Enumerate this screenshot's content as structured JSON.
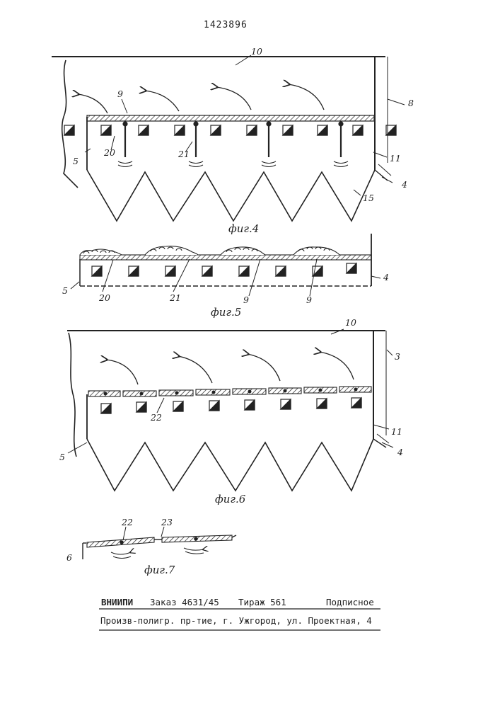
{
  "patent_number": "1423896",
  "figures": {
    "fig4": {
      "caption": "фиг.4",
      "labels": {
        "l10": "10",
        "l9": "9",
        "l8": "8",
        "l5": "5",
        "l20": "20",
        "l21": "21",
        "l11": "11",
        "l4": "4",
        "l15": "15"
      }
    },
    "fig5": {
      "caption": "фиг.5",
      "labels": {
        "l4": "4",
        "l5": "5",
        "l20": "20",
        "l21": "21",
        "l9a": "9",
        "l9b": "9"
      }
    },
    "fig6": {
      "caption": "фиг.6",
      "labels": {
        "l10": "10",
        "l3": "3",
        "l22": "22",
        "l11": "11",
        "l5": "5",
        "l4": "4"
      }
    },
    "fig7": {
      "caption": "фиг.7",
      "labels": {
        "l22": "22",
        "l23": "23",
        "l6": "6"
      }
    }
  },
  "footer": {
    "org": "ВНИИПИ",
    "order": "Заказ 4631/45",
    "print_run": "Тираж 561",
    "subscription": "Подписное",
    "address": "Произв-полигр. пр-тие, г. Ужгород, ул. Проектная, 4"
  }
}
